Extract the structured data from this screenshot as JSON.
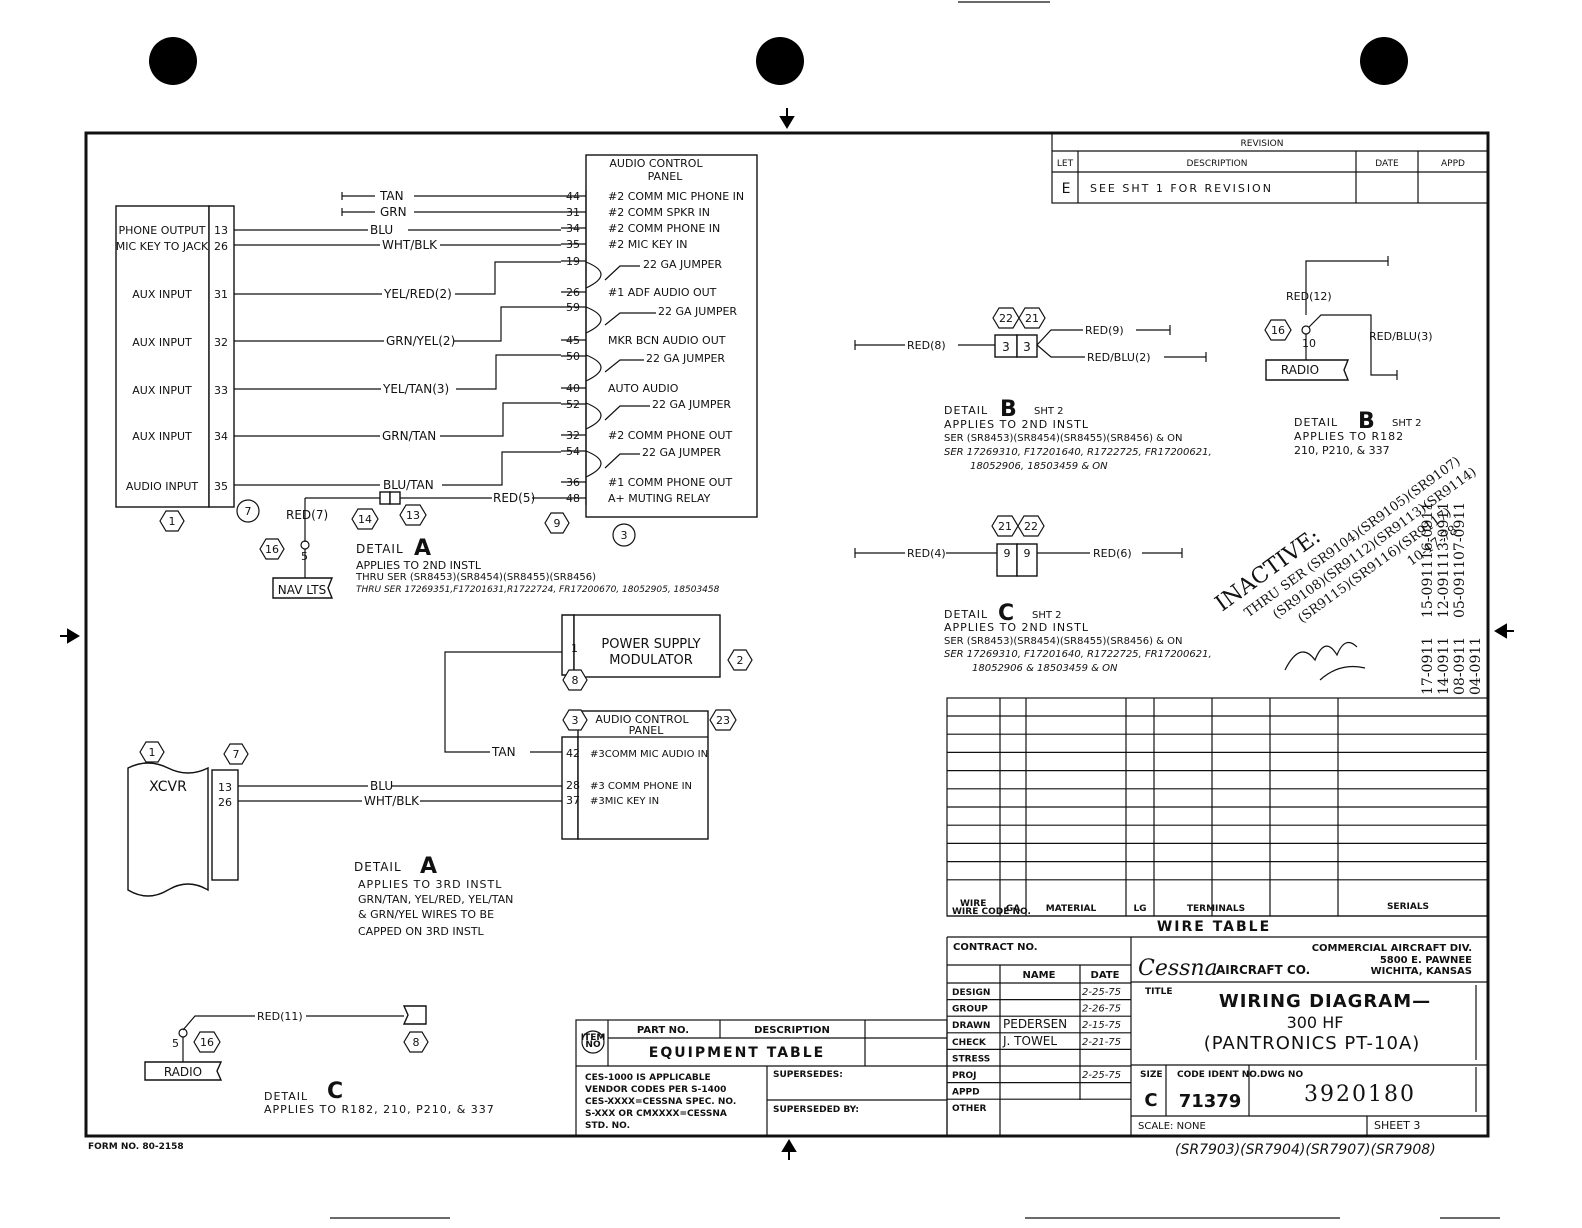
{
  "revision": {
    "heading": "REVISION",
    "cols": [
      "LET",
      "DESCRIPTION",
      "DATE",
      "APPD"
    ],
    "row": {
      "let": "E",
      "desc": "SEE SHT 1 FOR REVISION"
    }
  },
  "acp1": {
    "title1": "AUDIO CONTROL",
    "title2": "PANEL",
    "rows": [
      {
        "pin": "44",
        "label": "#2 COMM MIC PHONE IN"
      },
      {
        "pin": "31",
        "label": "#2 COMM SPKR IN"
      },
      {
        "pin": "34",
        "label": "#2 COMM PHONE IN"
      },
      {
        "pin": "35",
        "label": "#2 MIC KEY IN"
      },
      {
        "pin": "19",
        "label": ""
      },
      {
        "pin": "26",
        "label": "#1 ADF AUDIO OUT"
      },
      {
        "pin": "59",
        "label": ""
      },
      {
        "pin": "45",
        "label": "MKR BCN AUDIO OUT"
      },
      {
        "pin": "50",
        "label": ""
      },
      {
        "pin": "40",
        "label": "AUTO AUDIO"
      },
      {
        "pin": "52",
        "label": ""
      },
      {
        "pin": "32",
        "label": "#2 COMM PHONE OUT"
      },
      {
        "pin": "54",
        "label": ""
      },
      {
        "pin": "36",
        "label": "#1 COMM PHONE OUT"
      },
      {
        "pin": "48",
        "label": "A+ MUTING RELAY"
      }
    ],
    "jumper": "22 GA JUMPER"
  },
  "left_box": {
    "rows": [
      {
        "label": "PHONE OUTPUT",
        "pin": "13"
      },
      {
        "label": "MIC KEY TO JACK",
        "pin": "26"
      },
      {
        "label": "AUX INPUT",
        "pin": "31"
      },
      {
        "label": "AUX INPUT",
        "pin": "32"
      },
      {
        "label": "AUX INPUT",
        "pin": "33"
      },
      {
        "label": "AUX INPUT",
        "pin": "34"
      },
      {
        "label": "AUDIO INPUT",
        "pin": "35"
      }
    ]
  },
  "wires_a": [
    "TAN",
    "GRN",
    "BLU",
    "WHT/BLK",
    "YEL/RED(2)",
    "GRN/YEL(2)",
    "YEL/TAN(3)",
    "GRN/TAN",
    "BLU/TAN",
    "RED(5)",
    "RED(7)"
  ],
  "hex_a": [
    "1",
    "7",
    "14",
    "13",
    "9",
    "3",
    "16"
  ],
  "nav_lts": {
    "pin": "5",
    "label": "NAV LTS"
  },
  "detail_a1": {
    "word": "DETAIL",
    "letter": "A",
    "line1": "APPLIES TO 2ND INSTL",
    "line2": "THRU SER (SR8453)(SR8454)(SR8455)(SR8456)",
    "line3": "THRU SER 17269351,F17201631,R1722724, FR17200670, 18052905, 18503458"
  },
  "power": {
    "pin": "1",
    "line1": "POWER SUPPLY",
    "line2": "MODULATOR",
    "hex1": "8",
    "hex2": "2"
  },
  "acp2": {
    "title1": "AUDIO CONTROL",
    "title2": "PANEL",
    "hex1": "3",
    "hex2": "23",
    "rows": [
      {
        "pin": "42",
        "label": "#3COMM MIC AUDIO IN"
      },
      {
        "pin": "28",
        "label": "#3 COMM PHONE IN"
      },
      {
        "pin": "37",
        "label": "#3MIC KEY IN"
      }
    ]
  },
  "xcvr": {
    "label": "XCVR",
    "pins": [
      "13",
      "26"
    ],
    "hex1": "1",
    "hex2": "7"
  },
  "wires_a2": [
    "TAN",
    "BLU",
    "WHT/BLK"
  ],
  "detail_a2": {
    "word": "DETAIL",
    "letter": "A",
    "line1": "APPLIES TO 3RD INSTL",
    "line2": "GRN/TAN, YEL/RED, YEL/TAN",
    "line3": "& GRN/YEL WIRES TO BE",
    "line4": "CAPPED ON 3RD INSTL"
  },
  "detail_b1": {
    "hex1": "22",
    "hex2": "21",
    "pin": "3",
    "wire_in": "RED(8)",
    "wire_out1": "RED(9)",
    "wire_out2": "RED/BLU(2)",
    "word": "DETAIL",
    "letter": "B",
    "sheet": "SHT 2",
    "line1": "APPLIES TO 2ND INSTL",
    "line2": "SER (SR8453)(SR8454)(SR8455)(SR8456) & ON",
    "line3": "SER 17269310, F17201640, R1722725, FR17200621,",
    "line4": "18052906, 18503459 & ON"
  },
  "detail_b2": {
    "hex": "16",
    "pin": "10",
    "radio": "RADIO",
    "wire1": "RED(12)",
    "wire2": "RED/BLU(3)",
    "word": "DETAIL",
    "letter": "B",
    "sheet": "SHT 2",
    "line1": "APPLIES TO R182",
    "line2": "210, P210, & 337"
  },
  "detail_c1": {
    "hex1": "21",
    "hex2": "22",
    "pin": "9",
    "wire_in": "RED(4)",
    "wire_out": "RED(6)",
    "word": "DETAIL",
    "letter": "C",
    "sheet": "SHT 2",
    "line1": "APPLIES TO 2ND INSTL",
    "line2": "SER (SR8453)(SR8454)(SR8455)(SR8456) & ON",
    "line3": "SER 17269310, F17201640, R1722725, FR17200621,",
    "line4": "18052906 & 18503459 & ON"
  },
  "detail_c2": {
    "wire": "RED(11)",
    "pin": "5",
    "hex1": "16",
    "hex2": "8",
    "radio": "RADIO",
    "word": "DETAIL",
    "letter": "C",
    "line1": "APPLIES TO R182, 210, P210, & 337"
  },
  "inactive": {
    "word": "INACTIVE:",
    "lines": [
      "THRU SER (SR9104)(SR9105)(SR9107)",
      "(SR9108)(SR9112)(SR9113)(SR9114)",
      "(SR9115)(SR9116)(SR9117)",
      "10-17-78"
    ]
  },
  "serials_stamp": [
    "17-0911",
    "15-0911",
    "16-0911",
    "14-0911",
    "12-0911",
    "13-0911",
    "08-0911",
    "05-0911",
    "07-0911",
    "04-0911"
  ],
  "wire_table": {
    "cols": [
      "WIRE CODE NO.",
      "GA",
      "MATERIAL",
      "LG",
      "TERMINALS",
      "SERIALS"
    ],
    "title": "WIRE TABLE"
  },
  "title_block": {
    "contract": "CONTRACT NO.",
    "name_col": "NAME",
    "date_col": "DATE",
    "rows": [
      {
        "role": "DESIGN",
        "name": "",
        "date": "2-25-75"
      },
      {
        "role": "GROUP",
        "name": "",
        "date": "2-26-75"
      },
      {
        "role": "DRAWN",
        "name": "PEDERSEN",
        "date": "2-15-75"
      },
      {
        "role": "CHECK",
        "name": "J. TOWEL",
        "date": "2-21-75"
      },
      {
        "role": "STRESS",
        "name": "",
        "date": ""
      },
      {
        "role": "PROJ",
        "name": "",
        "date": "2-25-75"
      },
      {
        "role": "APPD",
        "name": "",
        "date": ""
      },
      {
        "role": "OTHER",
        "name": "",
        "date": ""
      }
    ],
    "company_logo": "Cessna",
    "company_suffix": "AIRCRAFT CO.",
    "division1": "COMMERCIAL AIRCRAFT DIV.",
    "division2": "5800 E. PAWNEE",
    "division3": "WICHITA, KANSAS",
    "title_label": "TITLE",
    "title1": "WIRING DIAGRAM—",
    "title2": "300 HF",
    "title3": "(PANTRONICS PT-10A)",
    "size_label": "SIZE",
    "size": "C",
    "code_label": "CODE IDENT NO.",
    "code": "71379",
    "dwg_label": "DWG NO",
    "dwg": "3920180",
    "scale": "SCALE: NONE",
    "sheet": "SHEET 3"
  },
  "equipment": {
    "part_no": "PART NO.",
    "desc": "DESCRIPTION",
    "item_no": "ITEM NO",
    "title": "EQUIPMENT TABLE",
    "note1": "CES-1000 IS APPLICABLE",
    "note2": "VENDOR CODES PER S-1400",
    "note3": "CES-XXXX=CESSNA SPEC. NO.",
    "note4": "S-XXX OR CMXXXX=CESSNA",
    "note5": "STD. NO.",
    "supersedes": "SUPERSEDES:",
    "superseded_by": "SUPERSEDED BY:"
  },
  "form_no": "FORM NO. 80-2158",
  "bottom_serials": "(SR7903)(SR7904)(SR7907)(SR7908)"
}
